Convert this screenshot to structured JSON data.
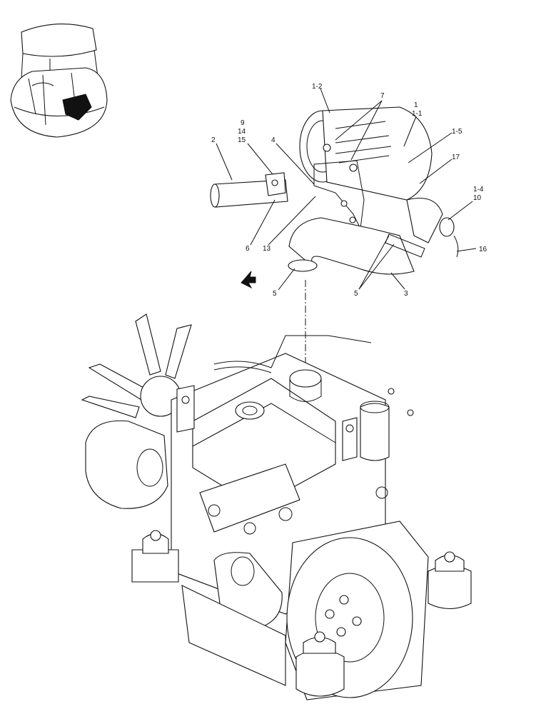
{
  "callouts": {
    "c1_2": "1-2",
    "c7": "7",
    "c1": "1",
    "c1_1": "1-1",
    "c9": "9",
    "c14": "14",
    "c15": "15",
    "c2": "2",
    "c4": "4",
    "c1_5": "1-5",
    "c17": "17",
    "c1_4": "1-4",
    "c10": "10",
    "c6": "6",
    "c13": "13",
    "c16": "16",
    "c5a": "5",
    "c5b": "5",
    "c3": "3"
  },
  "icons": {
    "machine_locator": "excavator-locator-icon",
    "direction_arrow": "direction-arrow-icon"
  }
}
